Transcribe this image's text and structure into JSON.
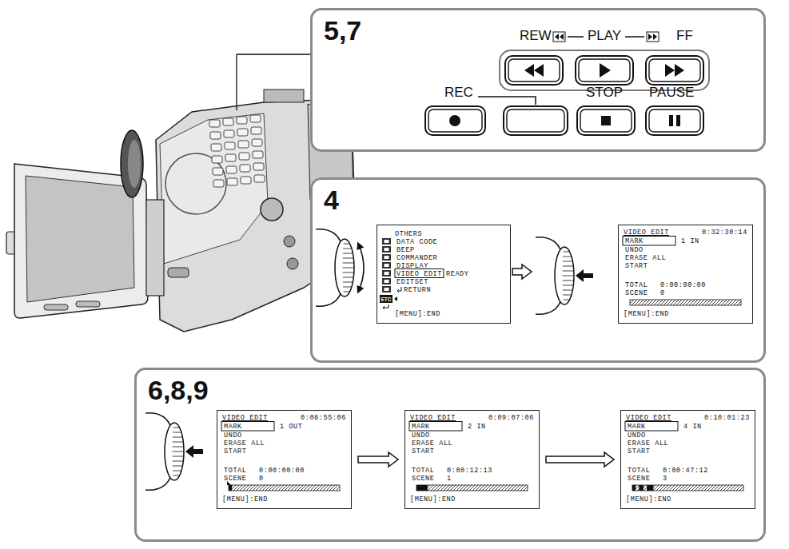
{
  "diagram": {
    "nodes": [
      {
        "text": [
          "5,7"
        ]
      },
      {
        "text": [
          "4"
        ]
      },
      {
        "text": [
          "OTHERS",
          "DATA CODE",
          "BEEP",
          "COMMANDER",
          "DISPLAY",
          "VIDEO EDIT",
          "READY",
          "EDITSET",
          "RETURN",
          "ETC",
          "[MENU]:END"
        ],
        "in": 1
      },
      {
        "text": [
          "VIDEO EDIT",
          "0:32:30:14",
          "MARK",
          "1 IN",
          "UNDO",
          "ERASE ALL",
          "START",
          "TOTAL",
          "0:00:00:00",
          "SCENE",
          "0",
          "[MENU]:END"
        ],
        "in": 1
      },
      {
        "text": [
          "6,8,9"
        ]
      },
      {
        "text": [
          "VIDEO EDIT",
          "0:08:55:06",
          "MARK",
          "1 OUT",
          "UNDO",
          "ERASE ALL",
          "START",
          "TOTAL",
          "0:00:00:00",
          "SCENE",
          "0",
          "[MENU]:END"
        ],
        "in": 4
      },
      {
        "text": [
          "VIDEO EDIT",
          "0:09:07:06",
          "MARK",
          "2 IN",
          "UNDO",
          "ERASE ALL",
          "START",
          "TOTAL",
          "0:00:12:13",
          "SCENE",
          "1",
          "[MENU]:END"
        ],
        "in": 4
      },
      {
        "text": [
          "VIDEO EDIT",
          "0:10:01:23",
          "MARK",
          "4 IN",
          "UNDO",
          "ERASE ALL",
          "START",
          "TOTAL",
          "0:00:47:12",
          "SCENE",
          "3",
          "[MENU]:END"
        ],
        "in": 4
      }
    ],
    "edges": [
      {
        "from": 5,
        "to": 6,
        "arrow": "to"
      },
      {
        "from": 6,
        "to": 7,
        "arrow": "to"
      }
    ],
    "labels": [
      "REW",
      "PLAY",
      "FF",
      "REC",
      "STOP",
      "PAUSE"
    ]
  }
}
